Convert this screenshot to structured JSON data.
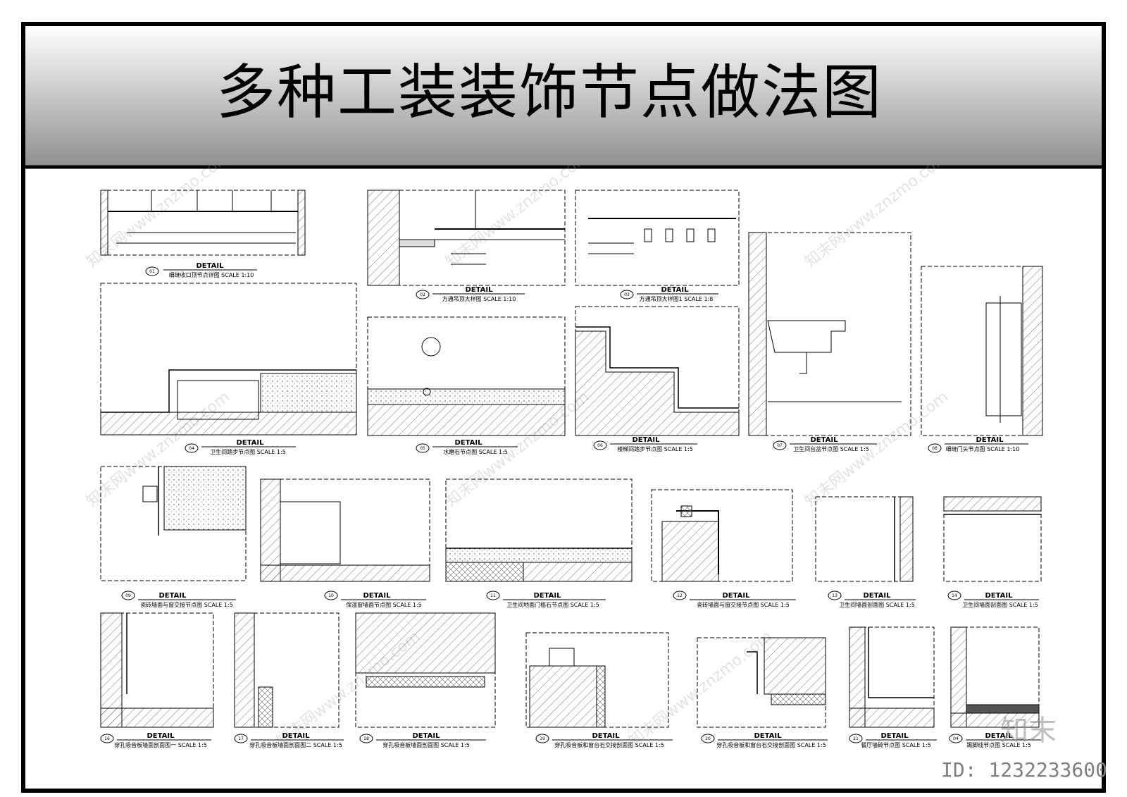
{
  "title": "多种工装装饰节点做法图",
  "colors": {
    "frame": "#000000",
    "header_top": "#ffffff",
    "header_bottom": "#8f8f8f",
    "line": "#000000",
    "hatch": "#444444"
  },
  "brand": "知末",
  "id_label": "ID: 1232233600",
  "watermark": "知末网www.znzmo.com",
  "details": [
    {
      "num": "01",
      "tag": "DETAIL",
      "caption": "细缝收口顶节点详图 SCALE 1:10"
    },
    {
      "num": "02",
      "tag": "DETAIL",
      "caption": "方通吊顶大样图 SCALE 1:10"
    },
    {
      "num": "03",
      "tag": "DETAIL",
      "caption": "方通吊顶大样图1 SCALE 1:8"
    },
    {
      "num": "04",
      "tag": "DETAIL",
      "caption": "卫生间踏步节点图 SCALE 1:5"
    },
    {
      "num": "05",
      "tag": "DETAIL",
      "caption": "水磨石节点图 SCALE 1:5"
    },
    {
      "num": "06",
      "tag": "DETAIL",
      "caption": "楼梯间踏步节点图 SCALE 1:5"
    },
    {
      "num": "07",
      "tag": "DETAIL",
      "caption": "卫生间台盆节点图 SCALE 1:5"
    },
    {
      "num": "08",
      "tag": "DETAIL",
      "caption": "细缝门头节点图 SCALE 1:10"
    },
    {
      "num": "09",
      "tag": "DETAIL",
      "caption": "瓷砖墙面与窗交接节点图 SCALE 1:5"
    },
    {
      "num": "10",
      "tag": "DETAIL",
      "caption": "保温窗墙面节点图 SCALE 1:5"
    },
    {
      "num": "11",
      "tag": "DETAIL",
      "caption": "卫生间地面门槛石节点图 SCALE 1:5"
    },
    {
      "num": "12",
      "tag": "DETAIL",
      "caption": "瓷砖墙面与窗交接节点图 SCALE 1:5"
    },
    {
      "num": "13",
      "tag": "DETAIL",
      "caption": "卫生间墙面剖面图 SCALE 1:5"
    },
    {
      "num": "14",
      "tag": "DETAIL",
      "caption": "卫生间墙面剖面图 SCALE 1:5"
    },
    {
      "num": "16",
      "tag": "DETAIL",
      "caption": "穿孔吸音板墙面剖面图一 SCALE 1:5"
    },
    {
      "num": "17",
      "tag": "DETAIL",
      "caption": "穿孔吸音板墙面剖面图二 SCALE 1:5"
    },
    {
      "num": "18",
      "tag": "DETAIL",
      "caption": "穿孔吸音板墙面剖面图 SCALE 1:5"
    },
    {
      "num": "19",
      "tag": "DETAIL",
      "caption": "穿孔吸音板和窗台石交接剖面图 SCALE 1:5"
    },
    {
      "num": "20",
      "tag": "DETAIL",
      "caption": "穿孔吸音板和窗台石交接剖面图 SCALE 1:5"
    },
    {
      "num": "21",
      "tag": "DETAIL",
      "caption": "餐厅墙砖节点图 SCALE 1:5"
    },
    {
      "num": "04",
      "tag": "DETAIL",
      "caption": "踢脚线节点图 SCALE 1:5"
    }
  ]
}
